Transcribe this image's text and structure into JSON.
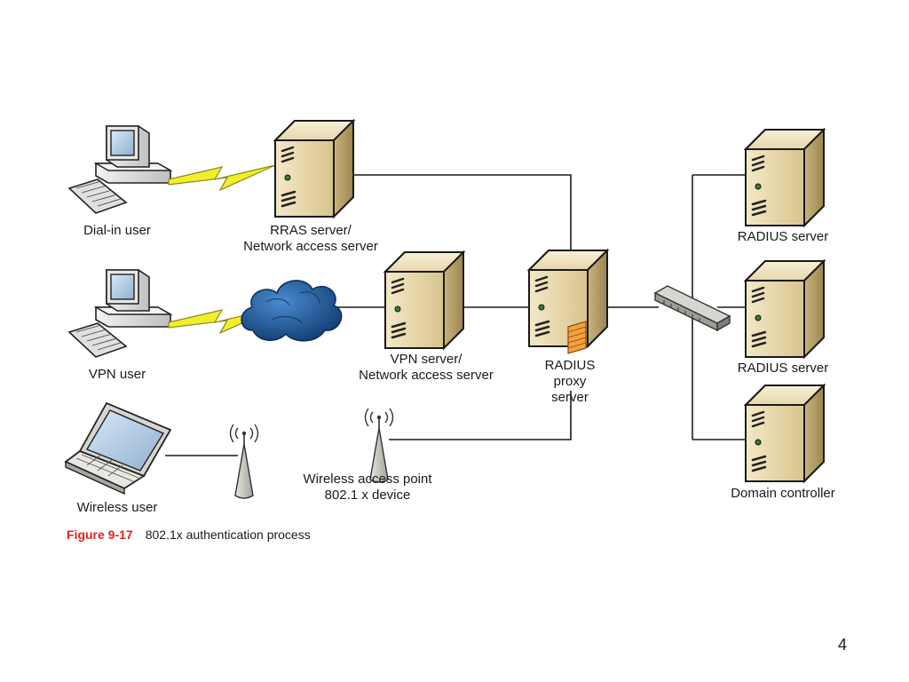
{
  "nodes": {
    "dialin_user": "Dial-in user",
    "rras_server_line1": "RRAS server/",
    "rras_server_line2": "Network access server",
    "vpn_user": "VPN user",
    "vpn_server_line1": "VPN server/",
    "vpn_server_line2": "Network access server",
    "radius_proxy_line1": "RADIUS",
    "radius_proxy_line2": "proxy",
    "radius_proxy_line3": "server",
    "radius_server_1": "RADIUS server",
    "radius_server_2": "RADIUS server",
    "domain_controller": "Domain controller",
    "wireless_user": "Wireless user",
    "wap_line1": "Wireless access point",
    "wap_line2": "802.1 x device"
  },
  "caption": {
    "figure_number": "Figure 9-17",
    "text": "802.1x authentication process"
  },
  "page_number": "4",
  "colors": {
    "server_front": "#e4d3a5",
    "server_side": "#b89f63",
    "lightning": "#f2ef2a",
    "cloud": "#1f5ea0",
    "caption_accent": "#e2231a",
    "connector": "#1a1a1a"
  }
}
